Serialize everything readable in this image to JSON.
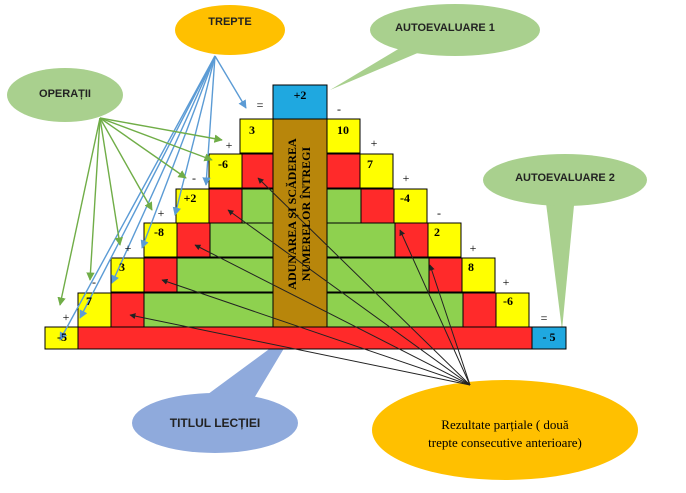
{
  "bubbles": {
    "trepte": "TREPTE",
    "operatii": "OPERAȚII",
    "autoevaluare1": "AUTOEVALUARE 1",
    "autoevaluare2": "AUTOEVALUARE 2",
    "titlul_lectiei": "TITLUL LECȚIEI",
    "rezultate_line1": "Rezultate parțiale ( două",
    "rezultate_line2": "trepte consecutive anterioare)"
  },
  "top_value": "+2",
  "bottom_left_value": "-5",
  "bottom_right_value": "- 5",
  "left_values": [
    "3",
    "-6",
    "+2",
    "-8",
    "3",
    "7"
  ],
  "right_values": [
    "10",
    "7",
    "-4",
    "2",
    "8",
    "-6"
  ],
  "left_ops": [
    "=",
    "+",
    "-",
    "+",
    "+",
    "-",
    "+"
  ],
  "right_ops": [
    "-",
    "+",
    "+",
    "-",
    "+",
    "+",
    "="
  ],
  "lesson_title": "ADUNAREA ȘI SCĂDEREA\nNUMERELOR ÎNTREGI",
  "colors": {
    "yellow": "#ffff00",
    "red": "#ff2a2a",
    "green": "#8ed14f",
    "blue": "#1fa8e0",
    "brown": "#b8860b",
    "callout_green": "#a9d08e",
    "callout_orange": "#ffc000",
    "callout_blue": "#8faadc"
  }
}
